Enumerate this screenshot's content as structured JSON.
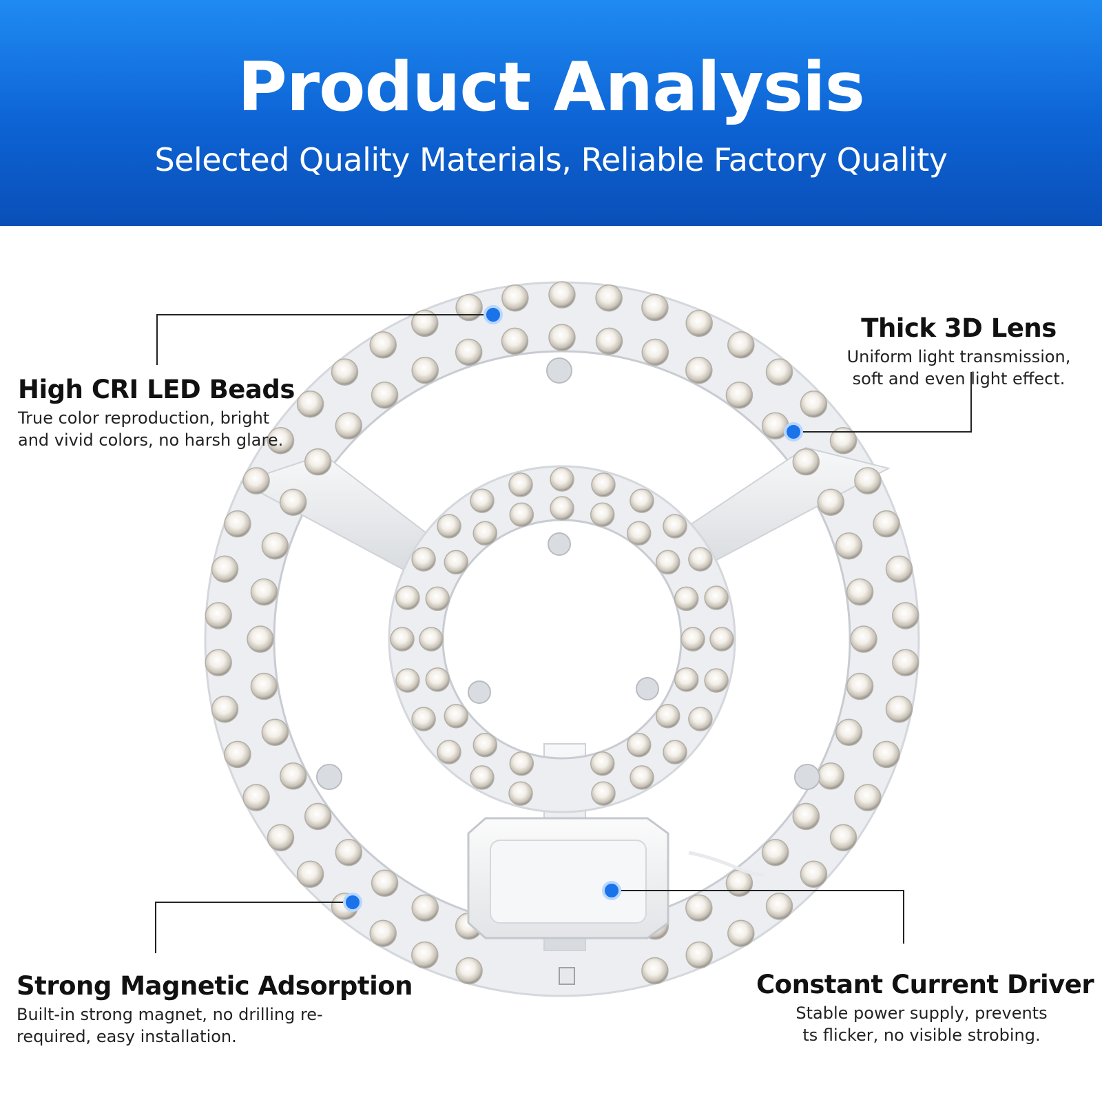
{
  "header": {
    "title": "Product Analysis",
    "subtitle": "Selected Quality Materials, Reliable Factory Quality"
  },
  "callouts": {
    "beads": {
      "title": "High CRI LED Beads",
      "line1": "True color reproduction, bright",
      "line2": "and vivid colors, no harsh glare."
    },
    "lens": {
      "title": "Thick 3D Lens",
      "line1": "Uniform light transmission,",
      "line2": "soft and even light effect."
    },
    "magnet": {
      "title": "Strong Magnetic Adsorption",
      "line1": "Built-in strong magnet, no drilling re-",
      "line2": "required, easy installation."
    },
    "driver": {
      "title": "Constant Current Driver",
      "line1": "Stable power supply, prevents",
      "line2": "ts flicker, no visible strobing."
    }
  },
  "colors": {
    "banner_top": "#1f8bf2",
    "banner_bottom": "#0a4fb8",
    "marker": "#1a73e8",
    "board": "#eef0f2"
  }
}
